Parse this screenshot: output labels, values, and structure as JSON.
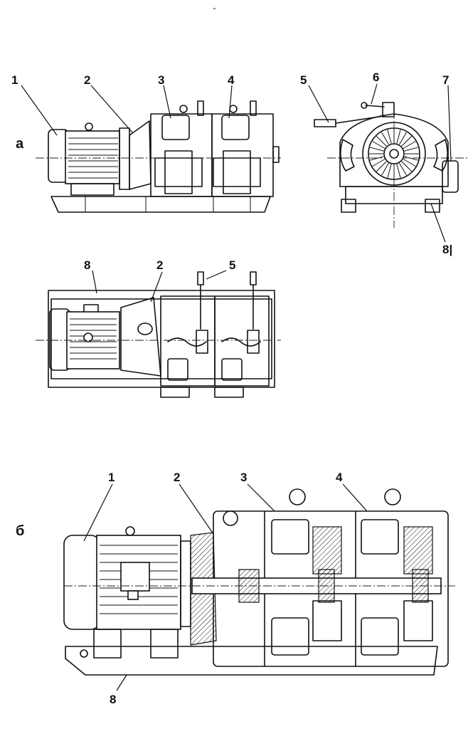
{
  "view_labels": {
    "a": "а",
    "b": "б"
  },
  "callouts": {
    "1": "1",
    "2": "2",
    "3": "3",
    "4": "4",
    "5": "5",
    "6": "6",
    "7": "7",
    "8": "8",
    "8_side": "8|"
  }
}
